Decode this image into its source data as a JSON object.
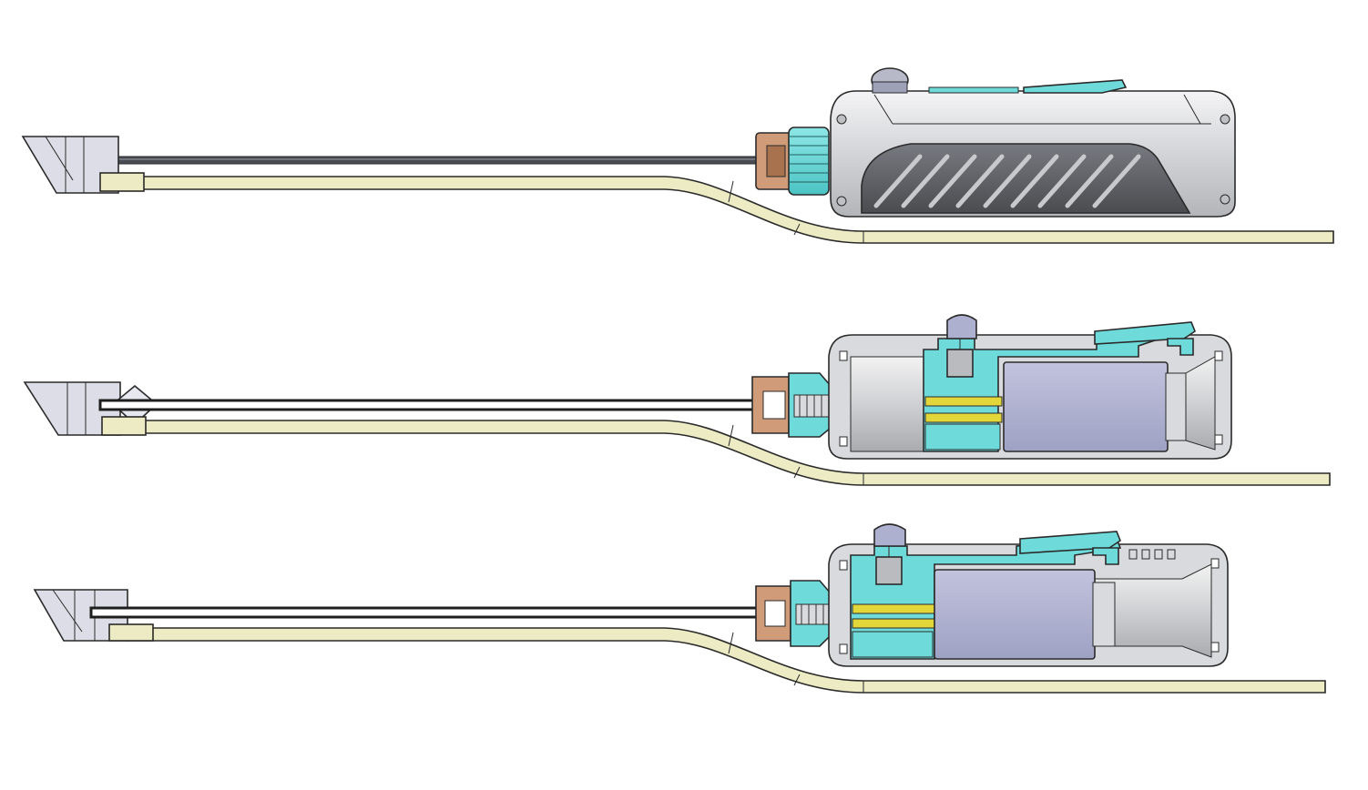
{
  "diagram": {
    "description_text": "",
    "colors": {
      "housing": "#d9dadd",
      "housing_shade": "#b9bbbf",
      "grip": "#5b5e63",
      "internal": "#6fdada",
      "motor": "#aeb0cf",
      "tube": "#ecebc4",
      "connector": "#cf9b78",
      "rod": "#2b2b2b",
      "brass": "#e2d63b",
      "tip": "#dcdde6"
    },
    "views": [
      {
        "id": "exterior",
        "kind": "external-view"
      },
      {
        "id": "section-a",
        "kind": "cross-section"
      },
      {
        "id": "section-b",
        "kind": "cross-section"
      }
    ]
  }
}
